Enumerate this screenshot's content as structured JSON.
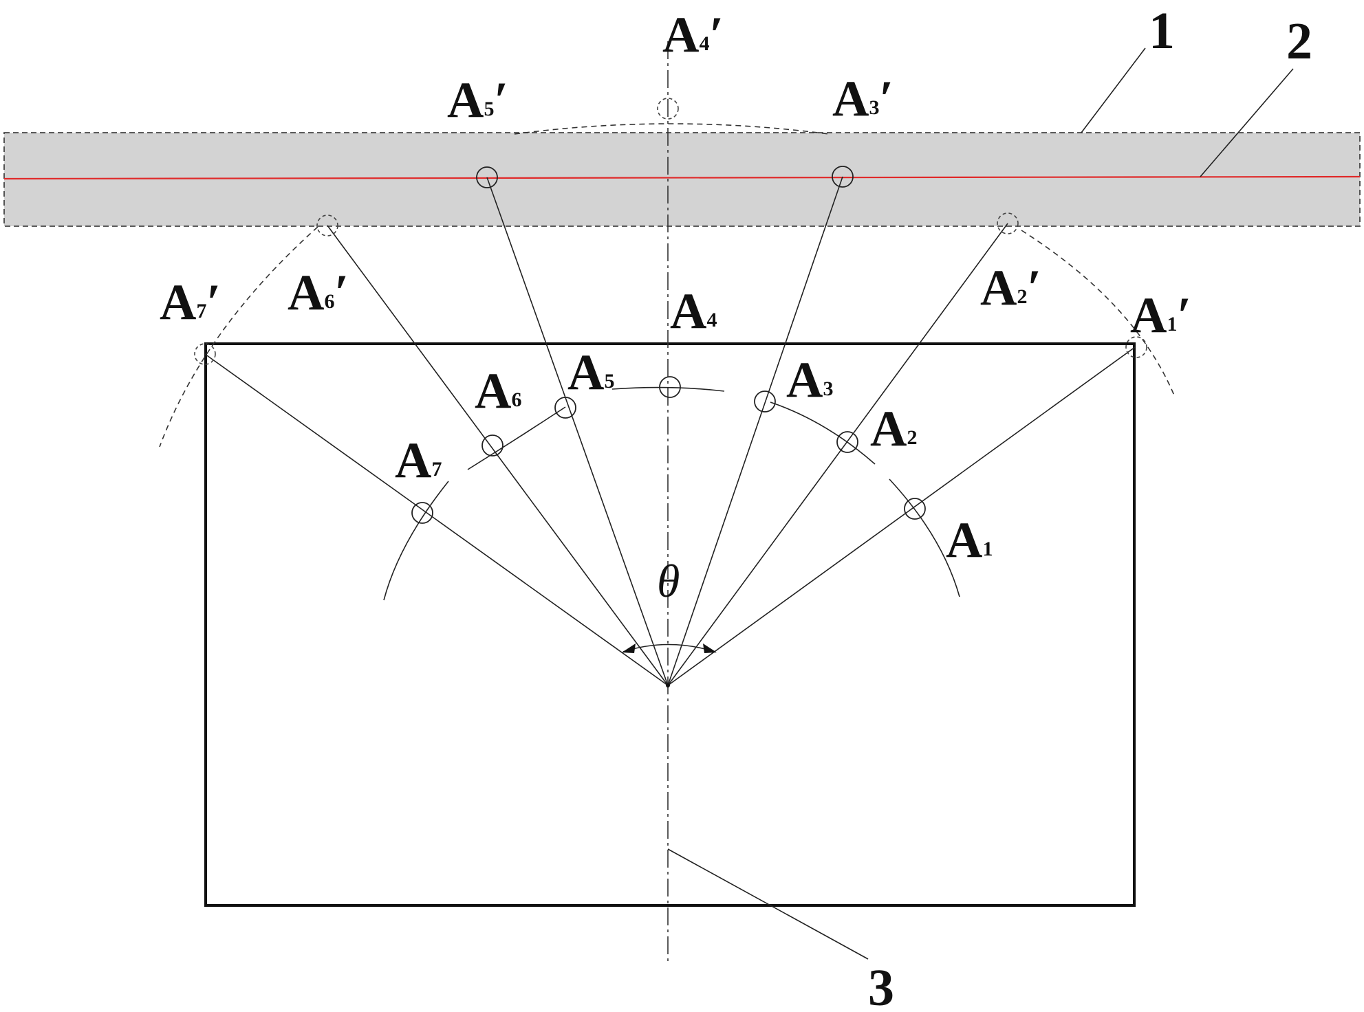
{
  "labels": {
    "A1": {
      "base": "A",
      "sub": "1"
    },
    "A2": {
      "base": "A",
      "sub": "2"
    },
    "A3": {
      "base": "A",
      "sub": "3"
    },
    "A4": {
      "base": "A",
      "sub": "4"
    },
    "A5": {
      "base": "A",
      "sub": "5"
    },
    "A6": {
      "base": "A",
      "sub": "6"
    },
    "A7": {
      "base": "A",
      "sub": "7"
    },
    "A1p": {
      "base": "A",
      "sub": "1",
      "prime": "′"
    },
    "A2p": {
      "base": "A",
      "sub": "2",
      "prime": "′"
    },
    "A3p": {
      "base": "A",
      "sub": "3",
      "prime": "′"
    },
    "A4p": {
      "base": "A",
      "sub": "4",
      "prime": "′"
    },
    "A5p": {
      "base": "A",
      "sub": "5",
      "prime": "′"
    },
    "A6p": {
      "base": "A",
      "sub": "6",
      "prime": "′"
    },
    "A7p": {
      "base": "A",
      "sub": "7",
      "prime": "′"
    }
  },
  "angle_label": "θ",
  "callouts": {
    "one": "1",
    "two": "2",
    "three": "3"
  },
  "colors": {
    "strip_fill": "#d3d3d3",
    "red_line": "#e02a2a",
    "ink": "#111111"
  }
}
